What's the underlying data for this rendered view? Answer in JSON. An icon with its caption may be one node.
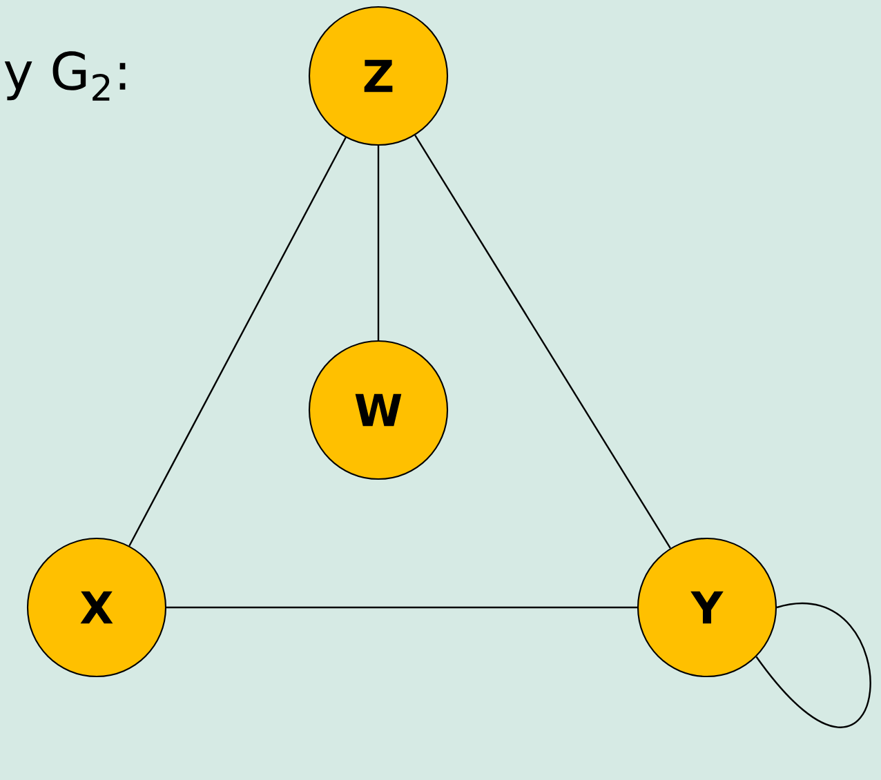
{
  "diagram": {
    "title": "y G$_{2}$:",
    "nodes": [
      {
        "text": [
          "Z"
        ]
      },
      {
        "text": [
          "W"
        ]
      },
      {
        "text": [
          "X"
        ]
      },
      {
        "text": [
          "Y"
        ]
      }
    ],
    "edges": [
      {
        "from": 0,
        "to": 1,
        "arrow": "none"
      },
      {
        "from": 0,
        "to": 2,
        "arrow": "none"
      },
      {
        "from": 0,
        "to": 3,
        "arrow": "none"
      },
      {
        "from": 2,
        "to": 3,
        "arrow": "none"
      },
      {
        "from": 3,
        "to": 3,
        "arrow": "none"
      }
    ]
  }
}
